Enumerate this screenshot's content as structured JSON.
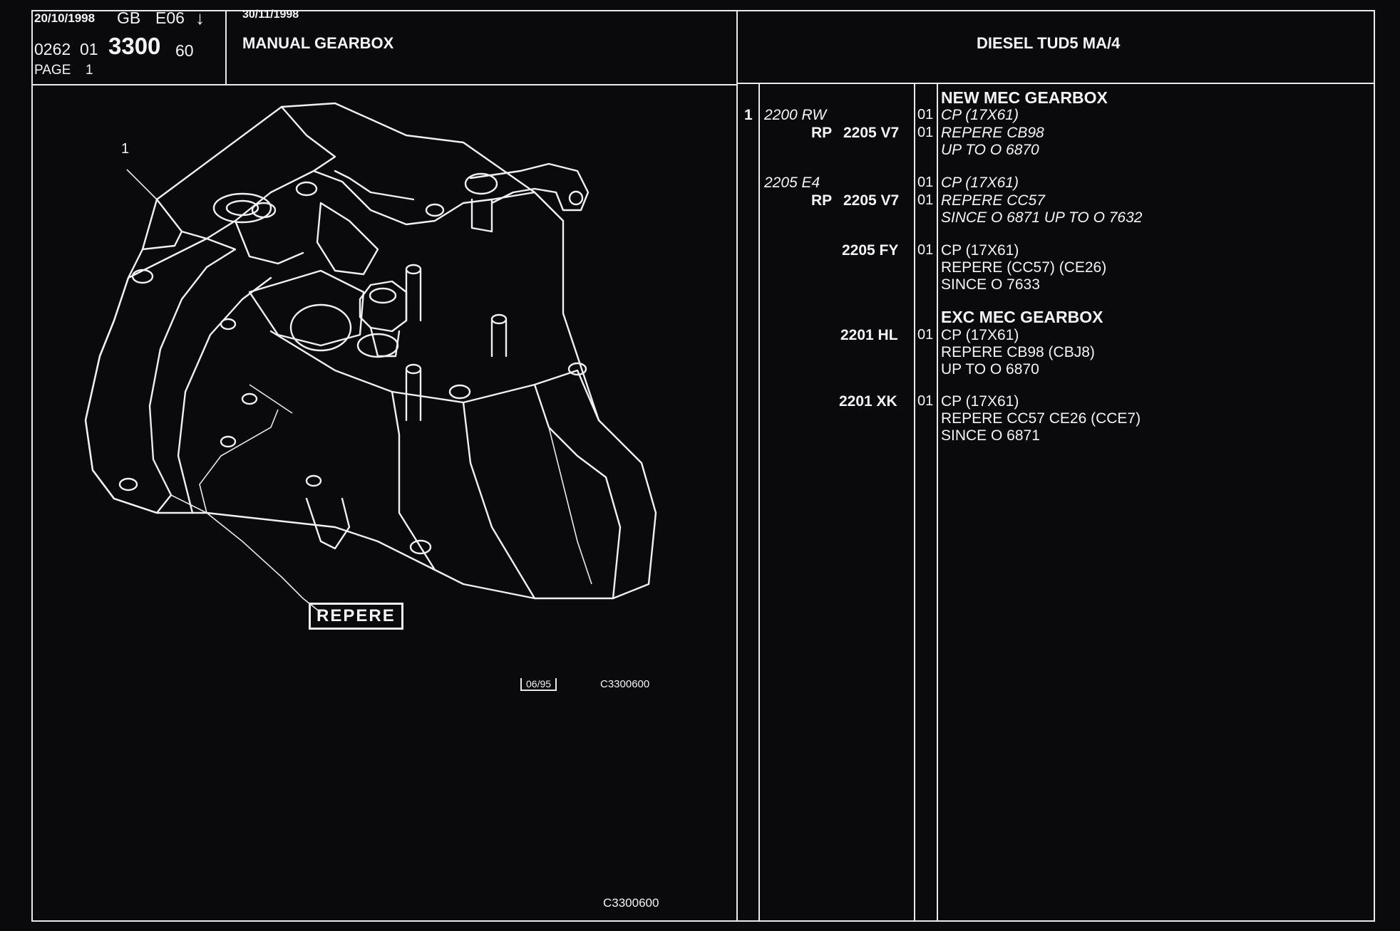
{
  "header": {
    "date_left": "20/10/1998",
    "gb": "GB",
    "code_e": "E06",
    "arrow": "↓",
    "ref_prefix_a": "0262",
    "ref_prefix_b": "01",
    "ref_main": "3300",
    "ref_suffix": "60",
    "page_label": "PAGE",
    "page_num": "1",
    "date_right": "30/11/1998",
    "title": "MANUAL GEARBOX",
    "engine": "DIESEL TUD5 MA/4"
  },
  "diagram": {
    "callout": "1",
    "repere_label": "REPERE",
    "stamp_date": "06/95",
    "stamp_code": "C3300600",
    "bottom_code": "C3300600"
  },
  "parts": {
    "section1_title": "NEW MEC GEARBOX",
    "section2_title": "EXC MEC GEARBOX",
    "rows": [
      {
        "item": "1",
        "ref": "2200 RW",
        "rp": "",
        "qty": "01",
        "desc": [
          "CP (17X61)"
        ]
      },
      {
        "item": "",
        "ref": "",
        "rp": "RP",
        "ref2": "2205 V7",
        "qty": "01",
        "desc": [
          "REPERE CB98",
          "UP TO O 6870"
        ]
      },
      {
        "item": "",
        "ref": "2205 E4",
        "rp": "",
        "qty": "01",
        "desc": [
          "CP (17X61)"
        ]
      },
      {
        "item": "",
        "ref": "",
        "rp": "RP",
        "ref2": "2205 V7",
        "qty": "01",
        "desc": [
          "REPERE CC57",
          "SINCE O 6871 UP TO O 7632"
        ]
      },
      {
        "item": "",
        "ref": "",
        "rp": "",
        "ref2": "2205 FY",
        "qty": "01",
        "desc": [
          "CP (17X61)",
          "REPERE (CC57) (CE26)",
          "SINCE O 7633"
        ]
      },
      {
        "item": "",
        "ref": "",
        "rp": "",
        "ref2": "2201 HL",
        "qty": "01",
        "desc": [
          "CP (17X61)",
          "REPERE CB98 (CBJ8)",
          "UP TO O 6870"
        ]
      },
      {
        "item": "",
        "ref": "",
        "rp": "",
        "ref2": "2201 XK",
        "qty": "01",
        "desc": [
          "CP (17X61)",
          "REPERE CC57 CE26 (CCE7)",
          "SINCE O 6871"
        ]
      }
    ]
  },
  "colors": {
    "background": "#0a0a0c",
    "lines": "#eaeaea"
  }
}
